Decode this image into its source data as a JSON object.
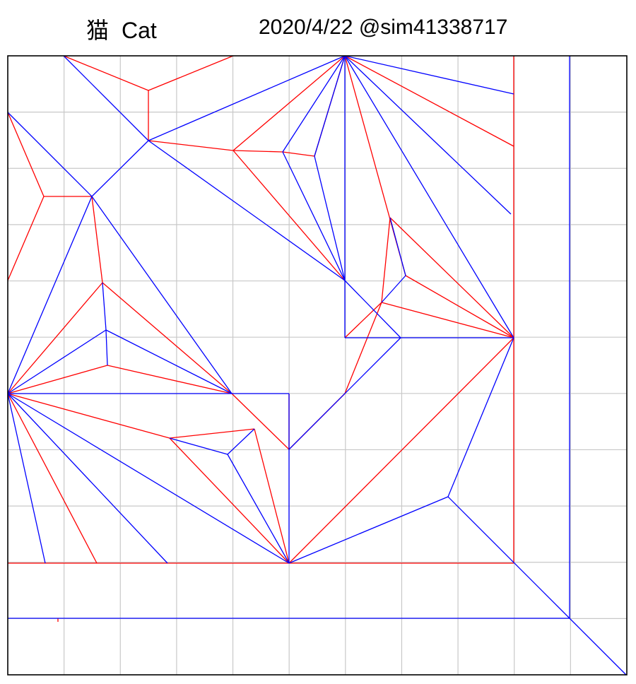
{
  "header": {
    "title_ja": "猫",
    "title_en": "Cat",
    "date": "2020/4/22",
    "author": "@sim41338717"
  },
  "crease_pattern": {
    "grid_divisions": 11,
    "colors": {
      "mountain": "#ff0000",
      "valley": "#0000ff",
      "grid": "#c8c8c8",
      "border": "#000000"
    }
  }
}
